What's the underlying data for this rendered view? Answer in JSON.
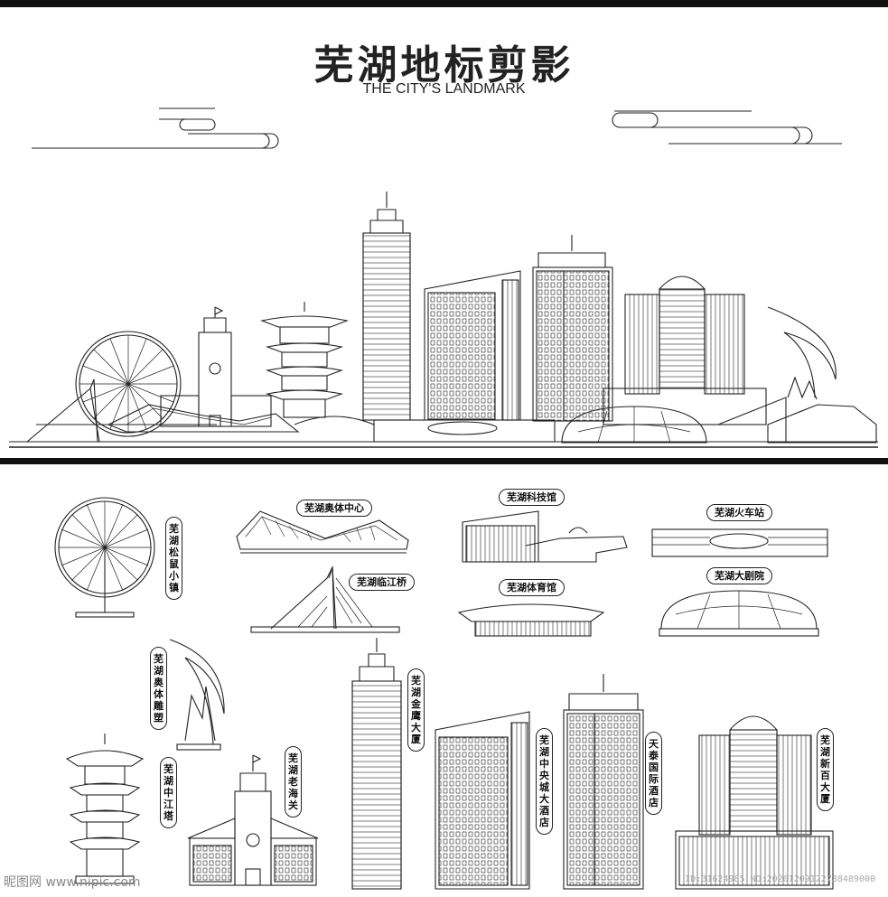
{
  "header": {
    "title": "芜湖地标剪影",
    "subtitle": "THE CITY'S LANDMARK"
  },
  "labels": {
    "songshu": "芜湖松鼠小镇",
    "aoti_center": "芜湖奥体中心",
    "linjiang_bridge": "芜湖临江桥",
    "science_museum": "芜湖科技馆",
    "gymnasium": "芜湖体育馆",
    "train_station": "芜湖火车站",
    "grand_theatre": "芜湖大剧院",
    "aoti_sculpture": "芜湖奥体雕塑",
    "jinying_tower": "芜湖金鹰大厦",
    "zhongjiang_pagoda": "芜湖中江塔",
    "old_customs": "芜湖老海关",
    "central_hotel": "芜湖中央城大酒店",
    "tiantai_hotel": "天泰国际酒店",
    "xinbai_tower": "芜湖新百大厦"
  },
  "watermark": {
    "left": "昵图网 www.nipic.com",
    "right": "ID:31624985 NO:20201209122738489000"
  },
  "colors": {
    "ink": "#222222",
    "bar": "#111111",
    "background": "#ffffff"
  }
}
